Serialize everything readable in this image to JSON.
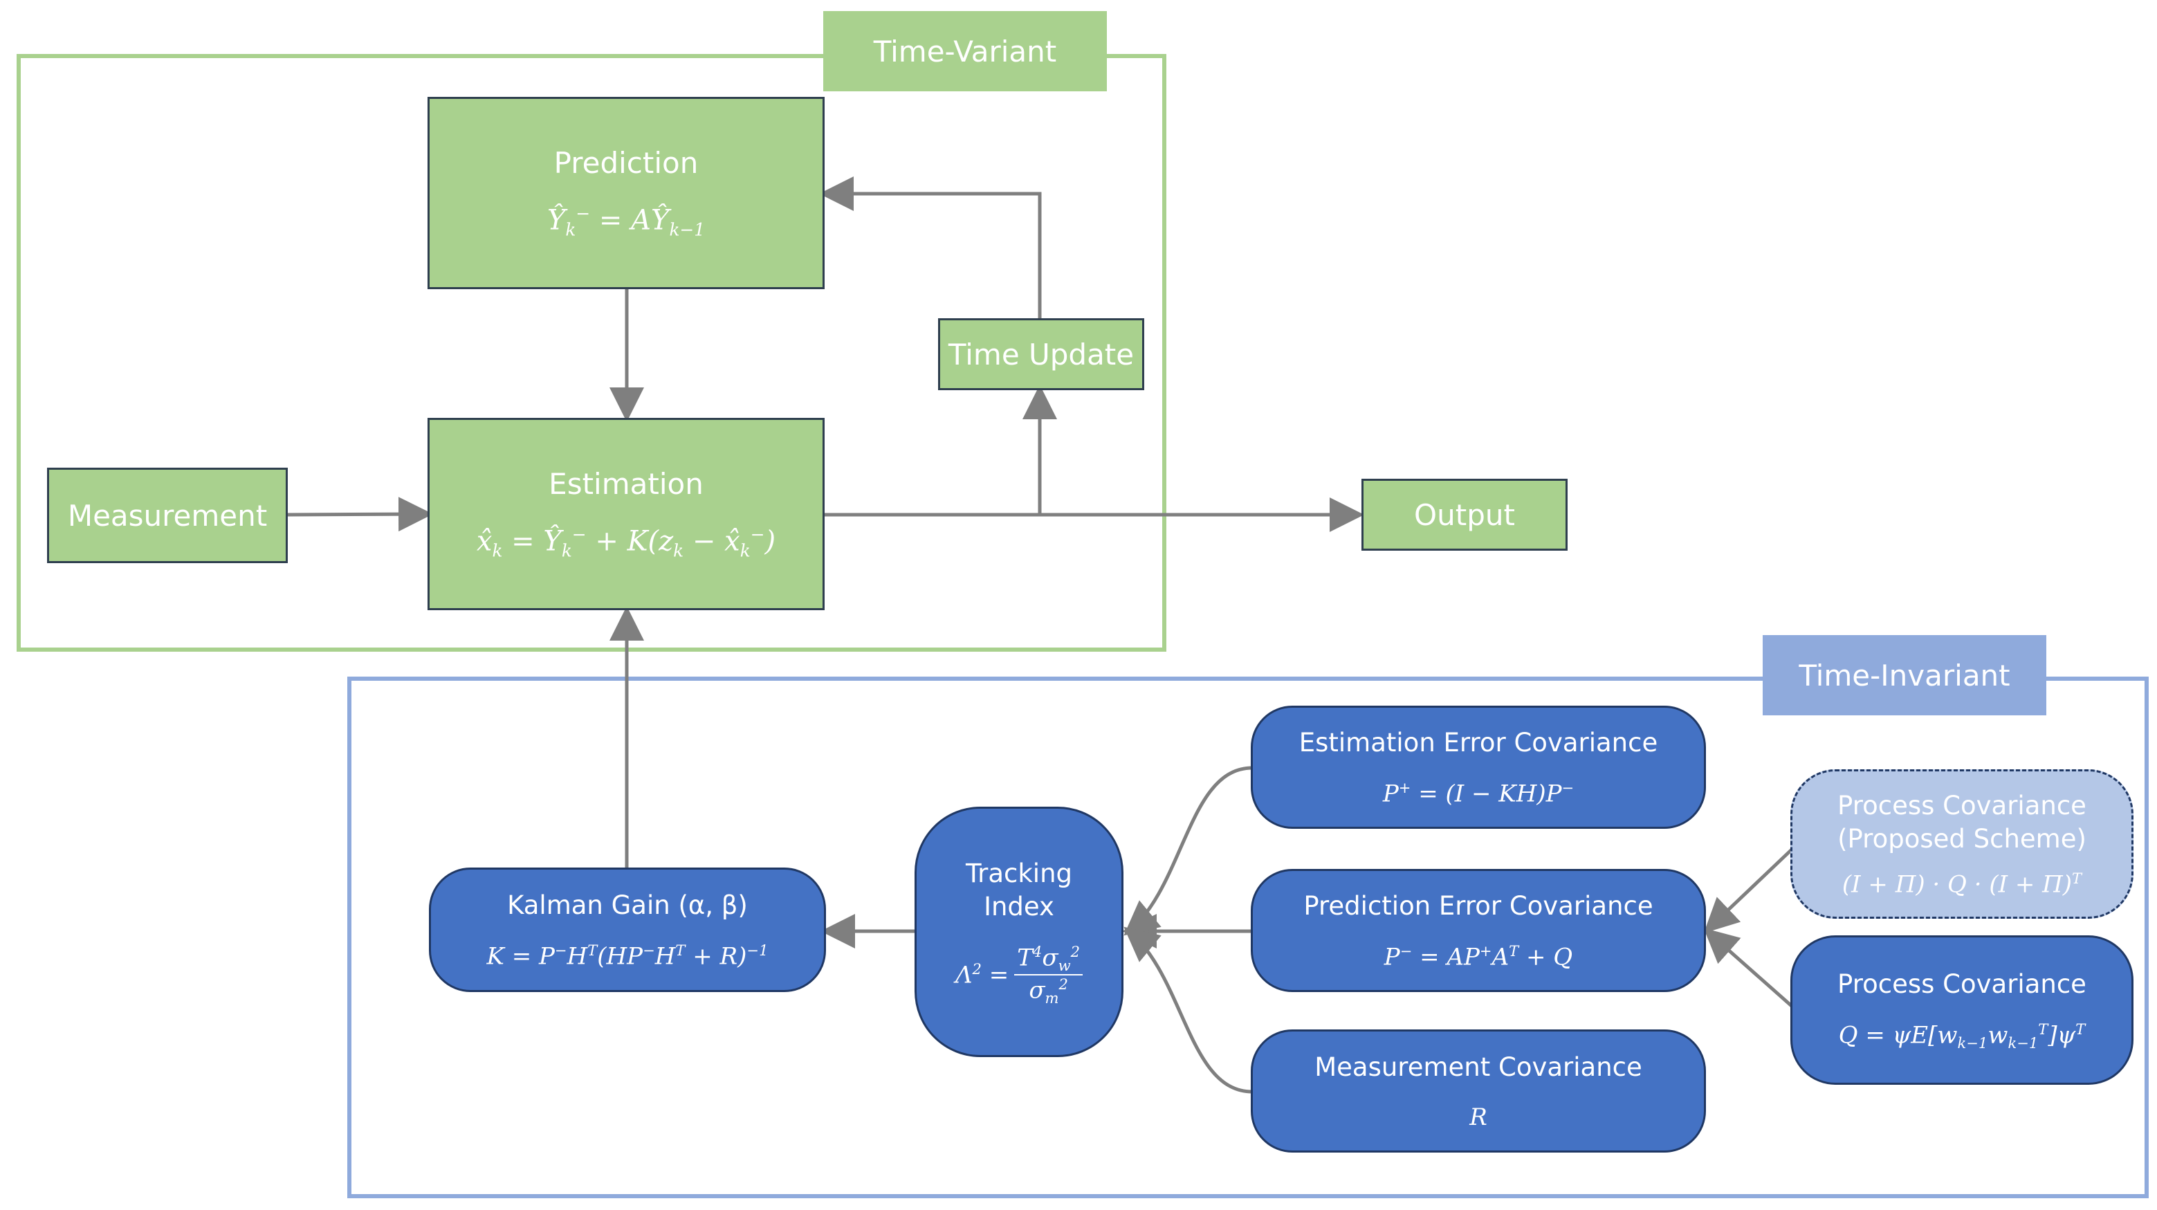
{
  "time_variant": {
    "label": "Time-Variant",
    "prediction": {
      "title": "Prediction"
    },
    "estimation": {
      "title": "Estimation"
    },
    "measurement": "Measurement",
    "time_update": "Time Update",
    "output": "Output"
  },
  "time_invariant": {
    "label": "Time-Invariant",
    "kalman_gain": {
      "title": "Kalman Gain (α, β)"
    },
    "tracking_index": {
      "line1": "Tracking",
      "line2": "Index"
    },
    "estimation_error_cov": {
      "title": "Estimation Error Covariance"
    },
    "prediction_error_cov": {
      "title": "Prediction Error Covariance"
    },
    "measurement_cov": {
      "title": "Measurement Covariance",
      "eq": "R"
    },
    "process_cov_proposed": {
      "line1": "Process Covariance",
      "line2": "(Proposed Scheme)"
    },
    "process_cov": {
      "title": "Process Covariance"
    }
  },
  "colors": {
    "green": "#a9d18e",
    "blue_frame": "#8faadc",
    "blue_box": "#4472c4",
    "light_blue": "#b4c7e7",
    "arrow": "#7f7f7f"
  }
}
